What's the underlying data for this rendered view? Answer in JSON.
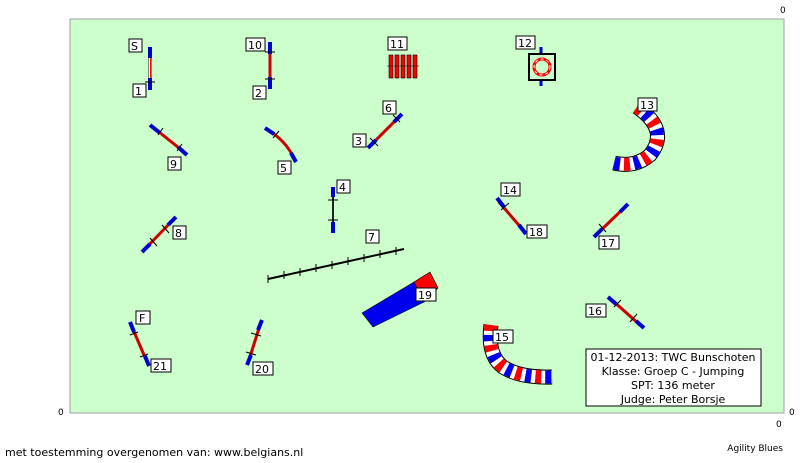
{
  "corners": {
    "top_right": "0",
    "bottom_left": "0",
    "bottom_right_inner": "0",
    "bottom_right_outer": "0"
  },
  "colors": {
    "field": "#ccffcc",
    "field_border": "#999999",
    "pole_red": "#ff0000",
    "pole_white": "#ffffff",
    "stand": "#0000cc",
    "tunnel_red": "#ff0000",
    "tunnel_blue": "#0000ee"
  },
  "numbers": {
    "S": "S",
    "n1": "1",
    "n2": "2",
    "n3": "3",
    "n4": "4",
    "n5": "5",
    "n6": "6",
    "n7": "7",
    "n8": "8",
    "n9": "9",
    "n10": "10",
    "n11": "11",
    "n12": "12",
    "n13": "13",
    "n14": "14",
    "n15": "15",
    "n16": "16",
    "n17": "17",
    "n18": "18",
    "n19": "19",
    "n20": "20",
    "n21": "21",
    "F": "F"
  },
  "info": {
    "line1": "01-12-2013: TWC Bunschoten",
    "line2": "Klasse: Groep C - Jumping",
    "line3": "SPT: 136 meter",
    "line4": "Judge: Peter Borsje"
  },
  "footer": {
    "credit": "met toestemming overgenomen van: www.belgians.nl",
    "brand": "Agility Blues"
  }
}
